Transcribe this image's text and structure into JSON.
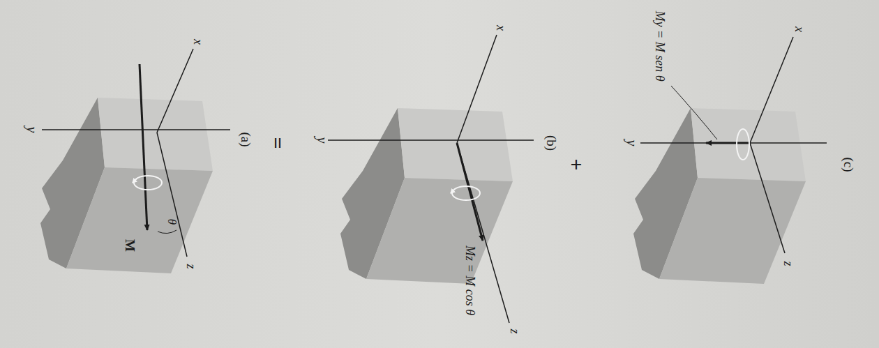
{
  "diagram": {
    "labels": [
      "y",
      "x",
      "z",
      "M",
      "θ",
      "(a)",
      "=",
      "y",
      "x",
      "z",
      "Mz = M cos θ",
      "(b)",
      "+",
      "y",
      "x",
      "z",
      "My = M sen θ",
      "(c)"
    ]
  }
}
